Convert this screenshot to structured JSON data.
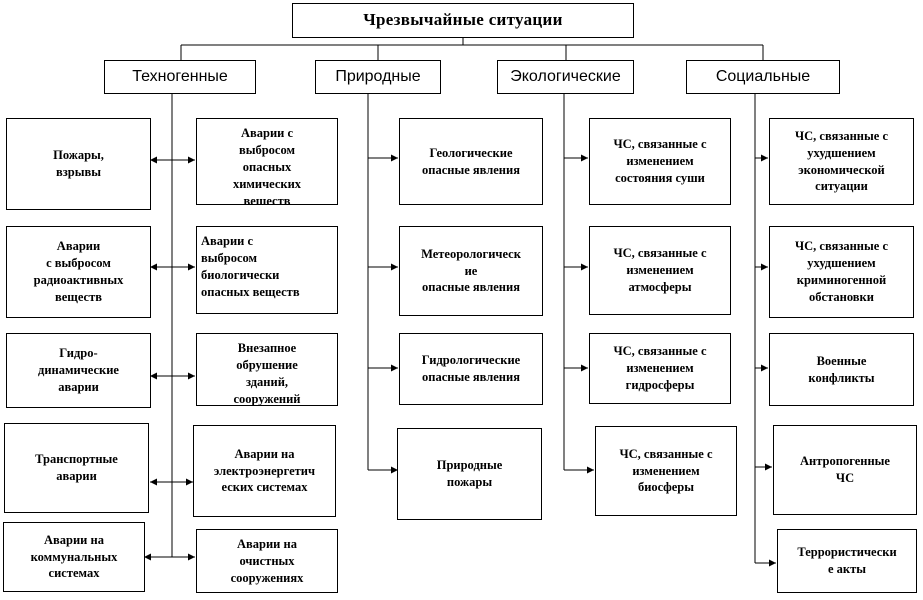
{
  "title": "Чрезвычайные ситуации",
  "categories": [
    {
      "label": "Техногенные",
      "items_left": [
        "Пожары,\nвзрывы",
        "Аварии\nс выбросом\nрадиоактивных\nвеществ",
        "Гидро-\nдинамические\nаварии",
        "Транспортные\nаварии",
        "Аварии на\nкоммунальных\nсистемах"
      ],
      "items_right": [
        "Аварии с\nвыбросом\nопасных\nхимических\nвеществ",
        "Аварии с\nвыбросом\nбиологически\nопасных веществ",
        "Внезапное\nобрушение\nзданий,\nсооружений",
        "Аварии на\nэлектроэнергетич\nеских системах",
        "Аварии на\nочистных\nсооружениях"
      ]
    },
    {
      "label": "Природные",
      "items": [
        "Геологические\nопасные явления",
        "Метеорологическ\nие\nопасные явления",
        "Гидрологические\nопасные явления",
        "Природные\nпожары"
      ]
    },
    {
      "label": "Экологические",
      "items": [
        "ЧС, связанные с\nизменением\nсостояния суши",
        "ЧС, связанные с\nизменением\nатмосферы",
        "ЧС, связанные с\nизменением\nгидросферы",
        "ЧС, связанные с\nизменением\nбиосферы"
      ]
    },
    {
      "label": "Социальные",
      "items": [
        "ЧС, связанные с\nухудшением\nэкономической\nситуации",
        "ЧС, связанные с\nухудшением\nкриминогенной\nобстановки",
        "Военные\nконфликты",
        "Антропогенные\nЧС",
        "Террористически\nе акты"
      ]
    }
  ]
}
